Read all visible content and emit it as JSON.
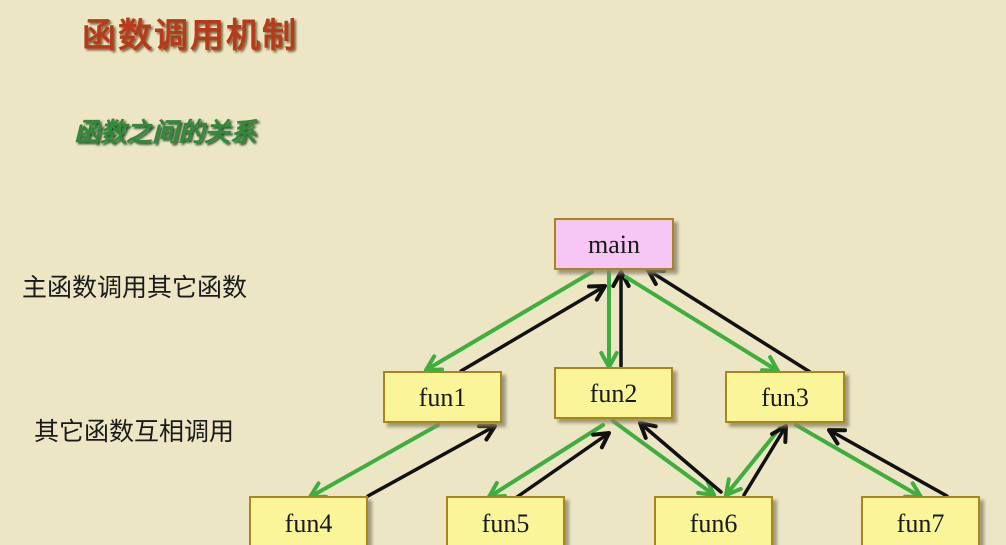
{
  "slide": {
    "title": "函数调用机制",
    "subtitle": "函数之间的关系"
  },
  "labels": {
    "main_calls_others": "主函数调用其它函数",
    "others_call_each_other": "其它函数互相调用"
  },
  "colors": {
    "background": "#ece6c4",
    "node_fill": "#fbf59a",
    "main_fill": "#f6c6f4",
    "call_arrow": "#3eaf3e",
    "return_arrow": "#111111"
  },
  "nodes": [
    {
      "id": "main",
      "label": "main"
    },
    {
      "id": "fun1",
      "label": "fun1"
    },
    {
      "id": "fun2",
      "label": "fun2"
    },
    {
      "id": "fun3",
      "label": "fun3"
    },
    {
      "id": "fun4",
      "label": "fun4"
    },
    {
      "id": "fun5",
      "label": "fun5"
    },
    {
      "id": "fun6",
      "label": "fun6"
    },
    {
      "id": "fun7",
      "label": "fun7"
    }
  ],
  "edges": [
    {
      "from": "main",
      "to": "fun1",
      "kind": "call"
    },
    {
      "from": "fun1",
      "to": "main",
      "kind": "return"
    },
    {
      "from": "main",
      "to": "fun2",
      "kind": "call"
    },
    {
      "from": "fun2",
      "to": "main",
      "kind": "return"
    },
    {
      "from": "main",
      "to": "fun3",
      "kind": "call"
    },
    {
      "from": "fun3",
      "to": "main",
      "kind": "return"
    },
    {
      "from": "fun1",
      "to": "fun4",
      "kind": "call"
    },
    {
      "from": "fun4",
      "to": "fun1",
      "kind": "return"
    },
    {
      "from": "fun2",
      "to": "fun5",
      "kind": "call"
    },
    {
      "from": "fun5",
      "to": "fun2",
      "kind": "return"
    },
    {
      "from": "fun2",
      "to": "fun6",
      "kind": "call"
    },
    {
      "from": "fun6",
      "to": "fun2",
      "kind": "return"
    },
    {
      "from": "fun3",
      "to": "fun6",
      "kind": "call"
    },
    {
      "from": "fun6",
      "to": "fun3",
      "kind": "return"
    },
    {
      "from": "fun3",
      "to": "fun7",
      "kind": "call"
    },
    {
      "from": "fun7",
      "to": "fun3",
      "kind": "return"
    }
  ]
}
